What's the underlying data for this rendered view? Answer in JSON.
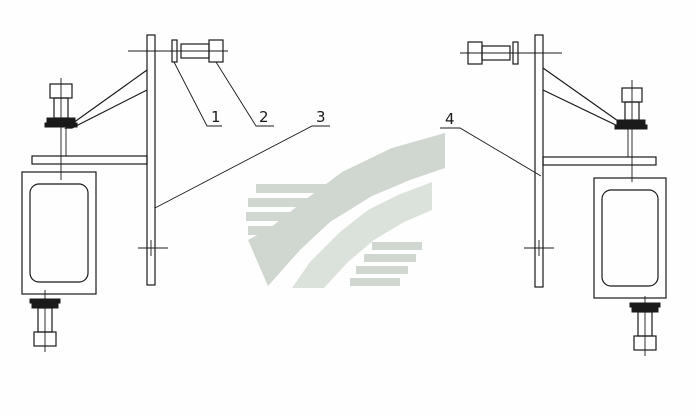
{
  "callouts": [
    {
      "id": "1",
      "text": "1"
    },
    {
      "id": "2",
      "text": "2"
    },
    {
      "id": "3",
      "text": "3"
    },
    {
      "id": "4",
      "text": "4"
    }
  ],
  "colors": {
    "line": "#1a1a1a",
    "watermark": "#c8d0c8"
  }
}
